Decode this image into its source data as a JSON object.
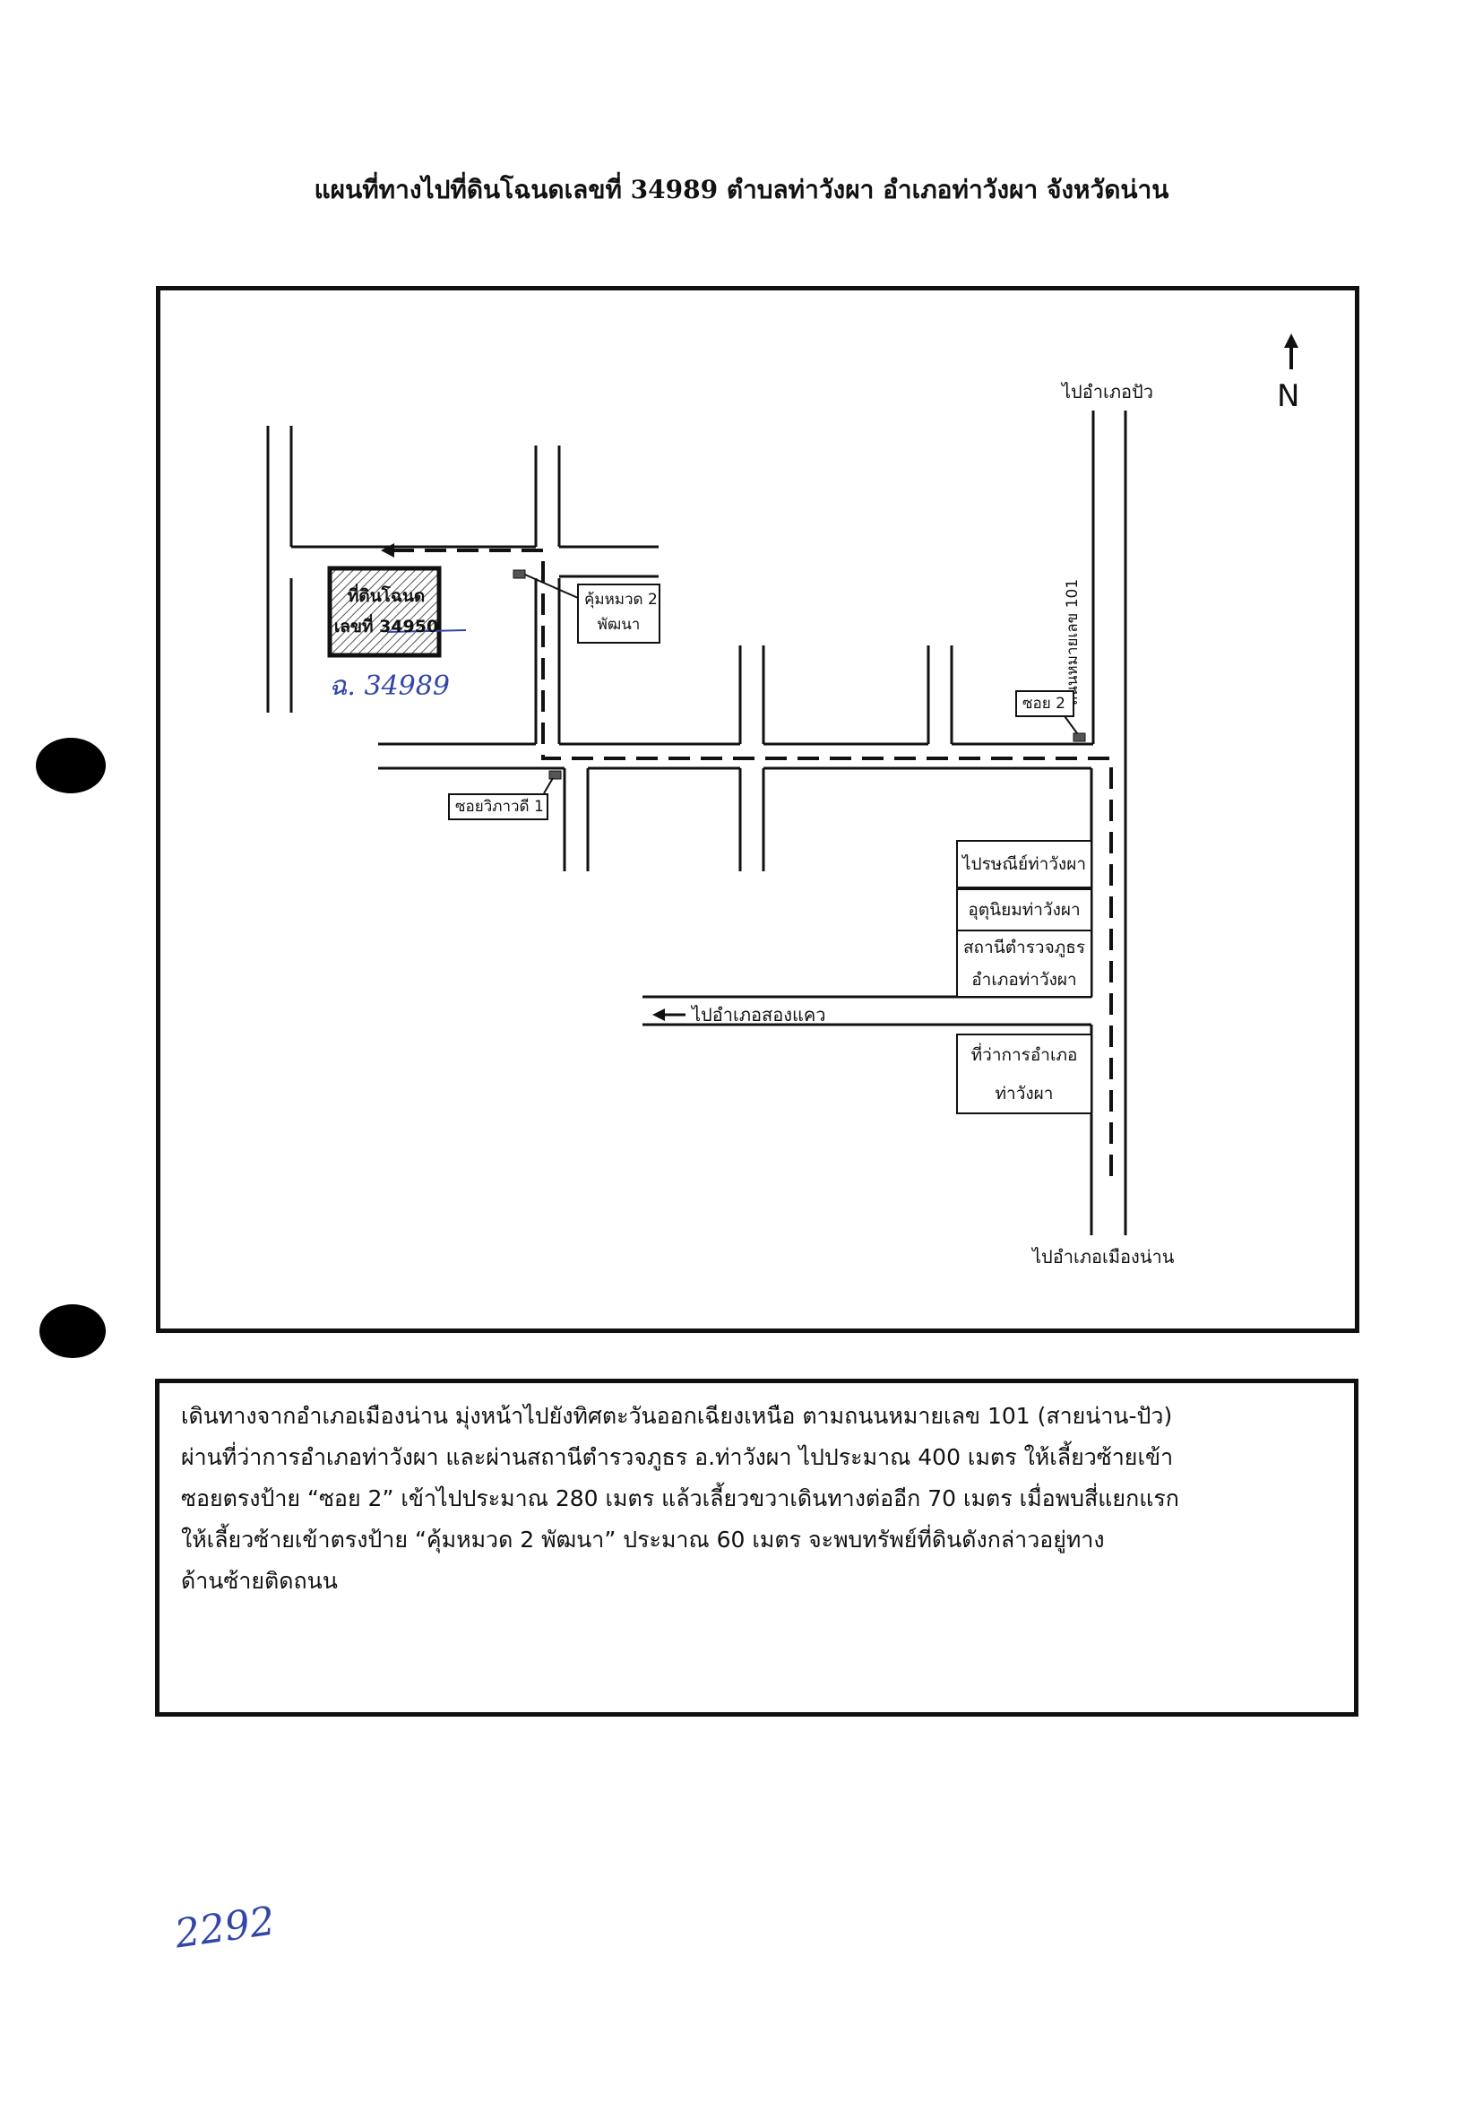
{
  "title": "แผนที่ทางไปที่ดินโฉนดเลขที่ 34989 ตำบลท่าวังผา อำเภอท่าวังผา จังหวัดน่าน",
  "map": {
    "north_label": "N",
    "to_pua": "ไปอำเภอปัว",
    "to_nan": "ไปอำเภอเมืองน่าน",
    "to_song_khwae": "ไปอำเภอสองแคว",
    "road_101": "ถนนหมายเลข 101",
    "soi_2": "ซอย 2",
    "soi_wiphawadi": "ซอยวิภาวดี 1",
    "khum_line1": "คุ้มหมวด 2",
    "khum_line2": "พัฒนา",
    "land_line1": "ที่ดินโฉนด",
    "land_line2": "เลขที่ 34950",
    "handwritten_no": "ฉ. 34989",
    "post_office": "ไปรษณีย์ท่าวังผา",
    "weather": "อุตุนิยมท่าวังผา",
    "police_line1": "สถานีตำรวจภูธร",
    "police_line2": "อำเภอท่าวังผา",
    "district_line1": "ที่ว่าการอำเภอ",
    "district_line2": "ท่าวังผา"
  },
  "description": [
    "เดินทางจากอำเภอเมืองน่าน มุ่งหน้าไปยังทิศตะวันออกเฉียงเหนือ ตามถนนหมายเลข 101 (สายน่าน-ปัว)",
    "ผ่านที่ว่าการอำเภอท่าวังผา  และผ่านสถานีตำรวจภูธร อ.ท่าวังผา ไปประมาณ 400 เมตร  ให้เลี้ยวซ้ายเข้า",
    "ซอยตรงป้าย “ซอย 2”  เข้าไปประมาณ  280  เมตร  แล้วเลี้ยวขวาเดินทางต่ออีก 70 เมตร   เมื่อพบสี่แยกแรก",
    "ให้เลี้ยวซ้ายเข้าตรงป้าย “คุ้มหมวด 2 พัฒนา”  ประมาณ  60  เมตร  จะพบทรัพย์ที่ดินดังกล่าวอยู่ทาง",
    "ด้านซ้ายติดถนน"
  ],
  "handwritten_page_no": "2292"
}
